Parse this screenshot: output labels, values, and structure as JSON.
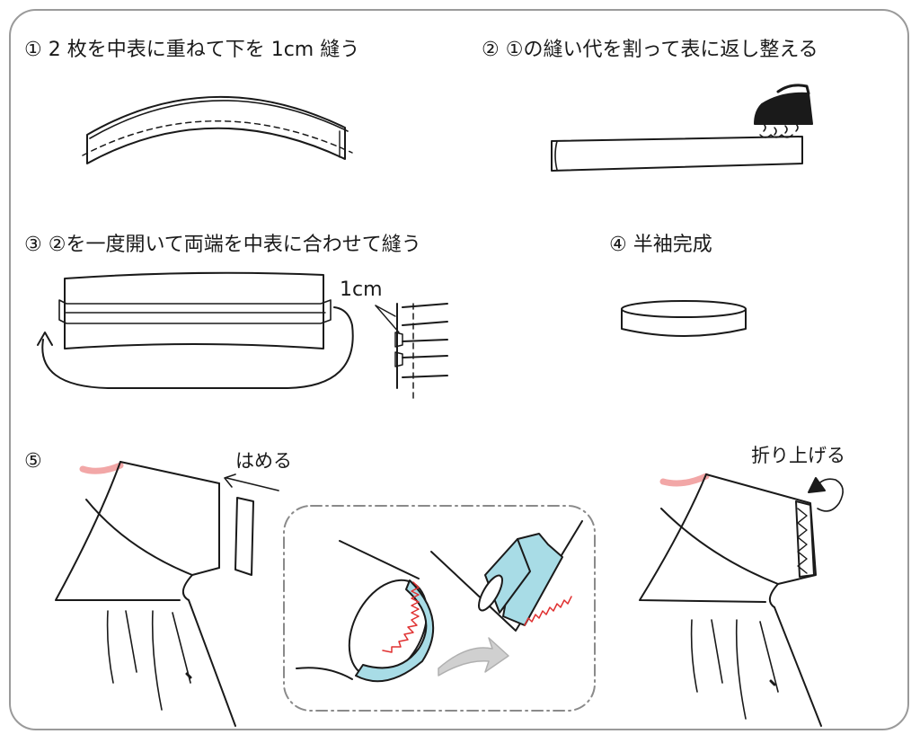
{
  "steps": {
    "s1": "① 2 枚を中表に重ねて下を 1cm 縫う",
    "s2": "② ①の縫い代を割って表に返し整える",
    "s3": "③ ②を一度開いて両端を中表に合わせて縫う",
    "s4": "④ 半袖完成",
    "s5": "⑤"
  },
  "annotations": {
    "seam_width": "1cm",
    "insert": "はめる",
    "fold_up": "折り上げる"
  },
  "colors": {
    "line": "#1a1a1a",
    "fabric_inside": "#a8dce6",
    "zigzag": "#e03030",
    "collar_pink": "#f2a7a7",
    "inset_border": "#8a8a8a",
    "arrow_gray": "#b0b0b0"
  },
  "icons": [
    "iron-icon",
    "loop-arrow-icon",
    "insert-arrow-icon",
    "fold-arrow-icon",
    "transition-arrow-icon"
  ]
}
